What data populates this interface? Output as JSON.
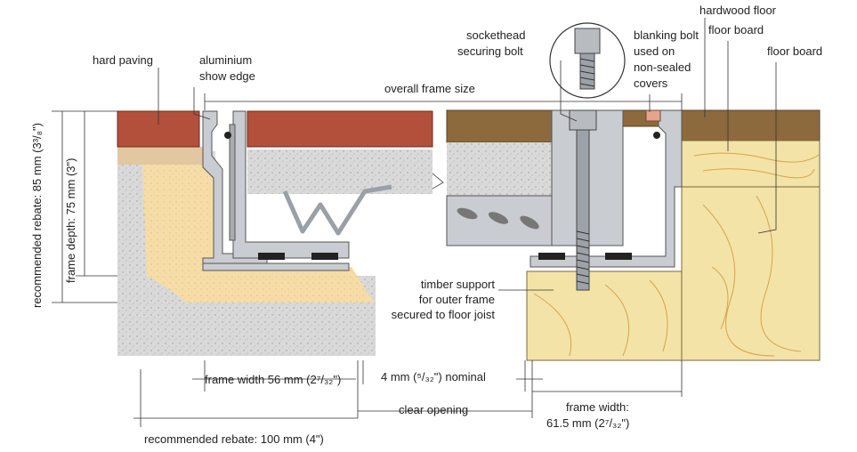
{
  "labels": {
    "hard_paving": "hard paving",
    "aluminium_show_edge_1": "aluminium",
    "aluminium_show_edge_2": "show edge",
    "overall_frame_size": "overall frame size",
    "sockethead_1": "sockethead",
    "sockethead_2": "securing bolt",
    "blanking_1": "blanking bolt",
    "blanking_2": "used on",
    "blanking_3": "non-sealed",
    "blanking_4": "covers",
    "hardwood_floor": "hardwood floor",
    "floor_board_1": "floor board",
    "floor_board_2": "floor board",
    "timber_1": "timber support",
    "timber_2": "for outer frame",
    "timber_3": "secured to floor joist",
    "rebate_85": "recommended rebate: 85 mm (3³/₈\")",
    "frame_depth": "frame depth: 75 mm (3\")",
    "frame_width_56": "frame width 56 mm (2⁷/₃₂\")",
    "gap_4mm": "4 mm (⁵/₃₂\") nominal",
    "clear_opening": "clear opening",
    "frame_width_61_1": "frame width:",
    "frame_width_61_2": "61.5 mm (2⁷/₃₂\")",
    "rebate_100": "recommended rebate: 100 mm (4\")"
  },
  "colors": {
    "brick": "#b2503c",
    "bedding": "#e2c49c",
    "concrete": "#d8d8d8",
    "sand": "#f5d9a0",
    "aluminium": "#c9ccd0",
    "hardwood": "#8c6a3e",
    "timber": "#f3e3a6",
    "grain": "#d8a24f"
  }
}
